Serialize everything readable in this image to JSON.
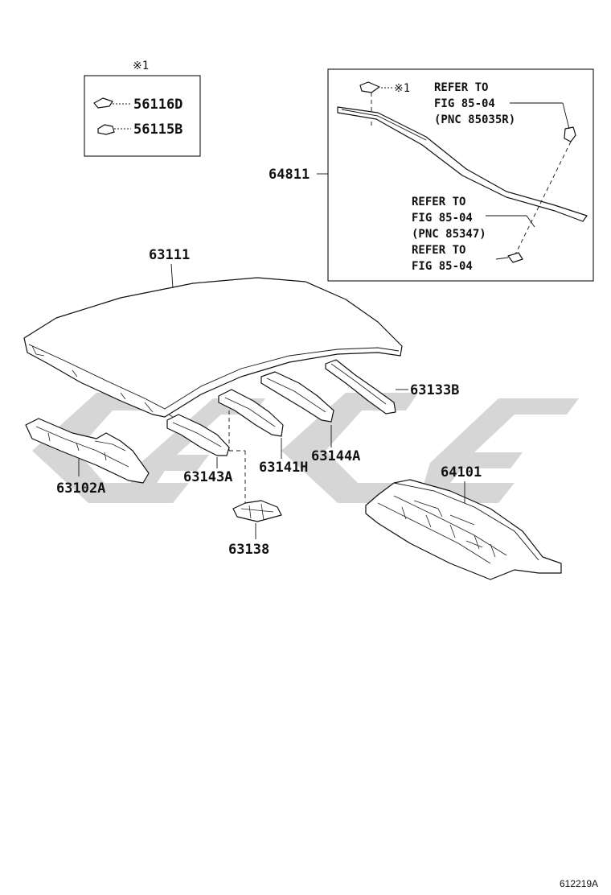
{
  "diagram": {
    "watermark_color": "#d6d6d6",
    "line_color": "#111111",
    "labels": {
      "p56116d": "56116D",
      "p56115b": "56115B",
      "p64811": "64811",
      "p63111": "63111",
      "p63133b": "63133B",
      "p63144a": "63144A",
      "p63141h": "63141H",
      "p63143a": "63143A",
      "p63102a": "63102A",
      "p64101": "64101",
      "p63138": "63138"
    },
    "note_marks": {
      "box_mark": "※1",
      "inset_mark": "※1"
    },
    "refs": {
      "ref1": [
        "REFER TO",
        "FIG 85-04",
        "(PNC 85035R)"
      ],
      "ref2": [
        "REFER TO",
        "FIG 85-04",
        "(PNC 85347)"
      ],
      "ref3": [
        "REFER TO",
        "FIG 85-04"
      ]
    },
    "figure_id": "612219A"
  }
}
